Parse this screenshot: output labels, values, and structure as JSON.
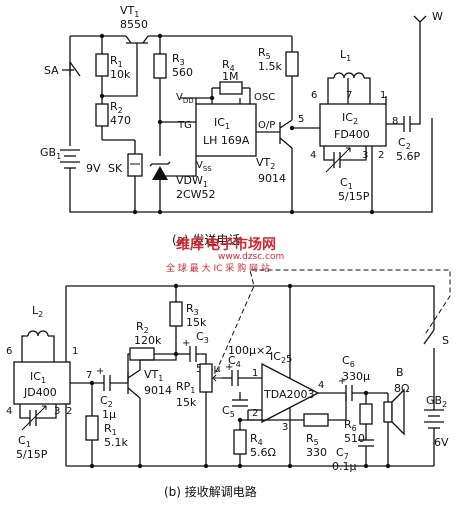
{
  "transmitter": {
    "caption": "(a) 发送电话",
    "VT1": {
      "ref": "VT",
      "sub": "1",
      "value": "8550"
    },
    "SA": "SA",
    "R1": {
      "ref": "R",
      "sub": "1",
      "value": "10k"
    },
    "R2": {
      "ref": "R",
      "sub": "2",
      "value": "470"
    },
    "GB1": {
      "ref": "GB",
      "sub": "1",
      "value": "9V"
    },
    "SK": "SK",
    "R3": {
      "ref": "R",
      "sub": "3",
      "value": "560"
    },
    "R4": {
      "ref": "R",
      "sub": "4",
      "value": "1M"
    },
    "R5": {
      "ref": "R",
      "sub": "5",
      "value": "1.5k"
    },
    "IC1": {
      "ref": "IC",
      "sub": "1",
      "part": "LH 169A",
      "pins": {
        "vdd": "V",
        "vdd_sub": "DD",
        "tg": "TG",
        "vss": "V",
        "vss_sub": "SS",
        "osc": "OSC",
        "op": "O/P"
      }
    },
    "VDW1": {
      "ref": "VDW",
      "sub": "1",
      "value": "2CW52"
    },
    "VT2": {
      "ref": "VT",
      "sub": "2",
      "value": "9014"
    },
    "L1": {
      "ref": "L",
      "sub": "1"
    },
    "IC2": {
      "ref": "IC",
      "sub": "2",
      "part": "FD400",
      "pins": [
        "6",
        "7",
        "1",
        "8",
        "4",
        "3",
        "2"
      ]
    },
    "node5": "5",
    "C1": {
      "ref": "C",
      "sub": "1",
      "value": "5/15P"
    },
    "C2": {
      "ref": "C",
      "sub": "2",
      "value": "5.6P"
    },
    "antenna": "W"
  },
  "receiver": {
    "caption": "(b) 接收解调电路",
    "L2": {
      "ref": "L",
      "sub": "2"
    },
    "IC1": {
      "ref": "IC",
      "sub": "1",
      "part": "JD400",
      "pins": [
        "6",
        "1",
        "7",
        "4",
        "3",
        "2"
      ]
    },
    "C1": {
      "ref": "C",
      "sub": "1",
      "value": "5/15P"
    },
    "C2": {
      "ref": "C",
      "sub": "2",
      "value": "1μ"
    },
    "R1": {
      "ref": "R",
      "sub": "1",
      "value": "5.1k"
    },
    "R2": {
      "ref": "R",
      "sub": "2",
      "value": "120k"
    },
    "VT1": {
      "ref": "VT",
      "sub": "1",
      "value": "9014"
    },
    "R3": {
      "ref": "R",
      "sub": "3",
      "value": "15k"
    },
    "C3": {
      "ref": "C",
      "sub": "3",
      "value": "5.6μ"
    },
    "RP1": {
      "ref": "RP",
      "sub": "1",
      "value": "15k"
    },
    "C45": "100μ×2",
    "C4": {
      "ref": "C",
      "sub": "4"
    },
    "C5": {
      "ref": "C",
      "sub": "5"
    },
    "IC2": {
      "ref": "IC",
      "sub": "2",
      "part": "TDA2003",
      "pins": [
        "1",
        "2",
        "4",
        "3",
        "5"
      ]
    },
    "R4": {
      "ref": "R",
      "sub": "4",
      "value": "5.6Ω"
    },
    "R5": {
      "ref": "R",
      "sub": "5",
      "value": "330"
    },
    "C6": {
      "ref": "C",
      "sub": "6",
      "value": "330μ"
    },
    "R6": {
      "ref": "R",
      "sub": "6",
      "value": "510"
    },
    "C7": {
      "ref": "C",
      "sub": "7",
      "value": "0.1μ"
    },
    "B": {
      "ref": "B",
      "value": "8Ω"
    },
    "S": "S",
    "GB2": {
      "ref": "GB",
      "sub": "2",
      "value": "6V"
    }
  },
  "watermark": {
    "brand": "维库",
    "site": "电子市场网",
    "url": "www.dzsc.com",
    "slogan": "全 球 最 大 IC 采 购 网 站"
  },
  "colors": {
    "ink": "#111111",
    "watermark": "#d0282f"
  }
}
